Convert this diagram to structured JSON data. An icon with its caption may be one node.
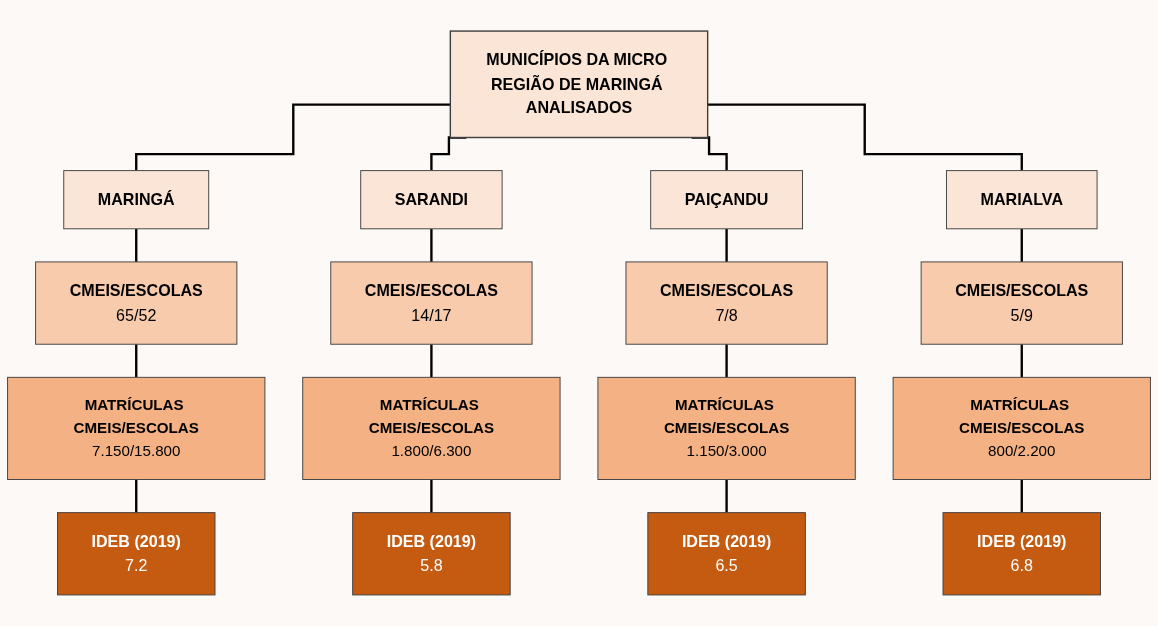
{
  "diagram": {
    "nodes": [
      {
        "text": [
          "MUNICÍPIOS DA MICRO REGIÃO DE MARINGÁ ANALISADOS"
        ]
      },
      {
        "text": [
          "MARINGÁ"
        ]
      },
      {
        "text": [
          "SARANDI"
        ]
      },
      {
        "text": [
          "PAIÇANDU"
        ]
      },
      {
        "text": [
          "MARIALVA"
        ]
      },
      {
        "text": [
          "CMEIS/ESCOLAS",
          "65/52"
        ]
      },
      {
        "text": [
          "CMEIS/ESCOLAS",
          "14/17"
        ]
      },
      {
        "text": [
          "CMEIS/ESCOLAS",
          "7/8"
        ]
      },
      {
        "text": [
          "CMEIS/ESCOLAS",
          "5/9"
        ]
      },
      {
        "text": [
          "MATRÍCULAS CMEIS/ESCOLAS",
          "7.150/15.800"
        ]
      },
      {
        "text": [
          "MATRÍCULAS CMEIS/ESCOLAS",
          "1.800/6.300"
        ]
      },
      {
        "text": [
          "MATRÍCULAS CMEIS/ESCOLAS",
          "1.150/3.000"
        ]
      },
      {
        "text": [
          "MATRÍCULAS CMEIS/ESCOLAS",
          "800/2.200"
        ]
      },
      {
        "text": [
          "IDEB (2019)",
          "7.2"
        ]
      },
      {
        "text": [
          "IDEB (2019)",
          "5.8"
        ]
      },
      {
        "text": [
          "IDEB (2019)",
          "6.5"
        ]
      },
      {
        "text": [
          "IDEB (2019)",
          "6.8"
        ]
      }
    ],
    "edges": [
      {
        "from": 0,
        "to": 1,
        "arrow": "none"
      },
      {
        "from": 0,
        "to": 2,
        "arrow": "none"
      },
      {
        "from": 0,
        "to": 3,
        "arrow": "none"
      },
      {
        "from": 0,
        "to": 4,
        "arrow": "none"
      },
      {
        "from": 1,
        "to": 5,
        "arrow": "none"
      },
      {
        "from": 2,
        "to": 6,
        "arrow": "none"
      },
      {
        "from": 3,
        "to": 7,
        "arrow": "none"
      },
      {
        "from": 4,
        "to": 8,
        "arrow": "none"
      },
      {
        "from": 5,
        "to": 9,
        "arrow": "none"
      },
      {
        "from": 6,
        "to": 10,
        "arrow": "none"
      },
      {
        "from": 7,
        "to": 11,
        "arrow": "none"
      },
      {
        "from": 8,
        "to": 12,
        "arrow": "none"
      },
      {
        "from": 9,
        "to": 13,
        "arrow": "none"
      },
      {
        "from": 10,
        "to": 14,
        "arrow": "none"
      },
      {
        "from": 11,
        "to": 15,
        "arrow": "none"
      },
      {
        "from": 12,
        "to": 16,
        "arrow": "none"
      }
    ]
  }
}
